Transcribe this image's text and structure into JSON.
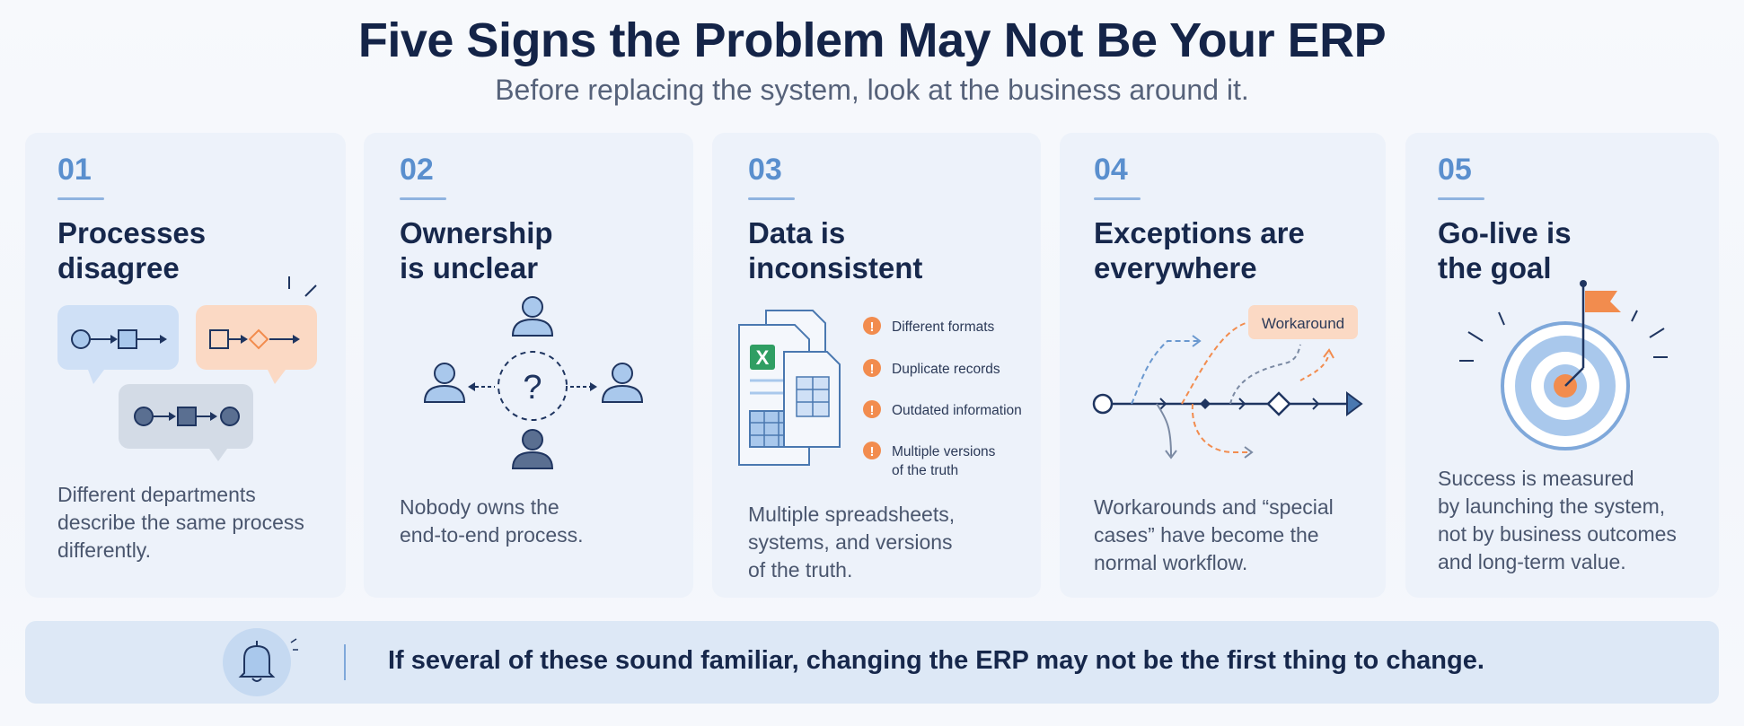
{
  "header": {
    "title": "Five Signs the Problem May Not Be Your ERP",
    "subtitle": "Before replacing the system, look at the business around it."
  },
  "cards": [
    {
      "number": "01",
      "title_lines": [
        "Processes",
        "disagree"
      ],
      "desc_lines": [
        "Different departments",
        "describe the same process",
        "differently."
      ]
    },
    {
      "number": "02",
      "title_lines": [
        "Ownership",
        "is unclear"
      ],
      "desc_lines": [
        "Nobody owns the",
        "end-to-end process."
      ],
      "question_mark": "?"
    },
    {
      "number": "03",
      "title_lines": [
        "Data is",
        "inconsistent"
      ],
      "desc_lines": [
        "Multiple spreadsheets,",
        "systems, and versions",
        "of the truth."
      ],
      "issues": [
        "Different formats",
        "Duplicate records",
        "Outdated information",
        "Multiple versions",
        "of the truth"
      ],
      "spreadsheet_letter": "X",
      "alert_glyph": "!"
    },
    {
      "number": "04",
      "title_lines": [
        "Exceptions are",
        "everywhere"
      ],
      "desc_lines": [
        "Workarounds and “special",
        "cases” have become the",
        "normal workflow."
      ],
      "tag": "Workaround"
    },
    {
      "number": "05",
      "title_lines": [
        "Go-live is",
        "the goal"
      ],
      "desc_lines": [
        "Success is measured",
        "by launching the system,",
        "not by business outcomes",
        "and long-term value."
      ]
    }
  ],
  "banner": {
    "text": "If several of these sound familiar, changing the ERP may not be the first thing to change."
  },
  "colors": {
    "navy": "#17284c",
    "accent_blue": "#5a8fce",
    "light_blue": "#a9c8ec",
    "orange": "#f28c4e",
    "peach": "#fbd9c4",
    "card_bg": "#edf2fa",
    "banner_bg": "#dde8f6"
  }
}
